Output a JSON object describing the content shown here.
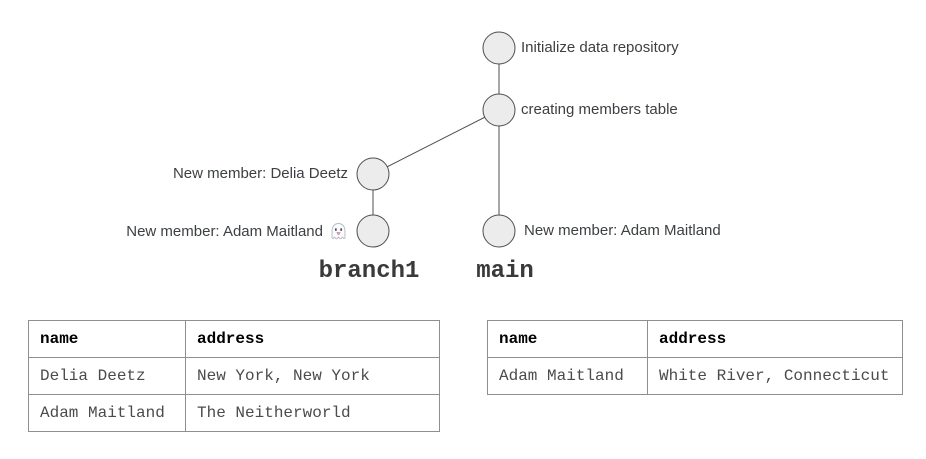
{
  "graph": {
    "commits": [
      {
        "id": "commit-init",
        "message": "Initialize data repository"
      },
      {
        "id": "commit-create-table",
        "message": "creating members table"
      },
      {
        "id": "commit-delia",
        "message": "New member: Delia Deetz"
      },
      {
        "id": "commit-adam-branch1",
        "message": "New member: Adam Maitland",
        "emoji": "👻"
      },
      {
        "id": "commit-adam-main",
        "message": "New member: Adam Maitland"
      }
    ],
    "branches": [
      {
        "name": "branch1"
      },
      {
        "name": "main"
      }
    ]
  },
  "tables": {
    "branch1": {
      "headers": [
        "name",
        "address"
      ],
      "rows": [
        [
          "Delia Deetz",
          "New York, New York"
        ],
        [
          "Adam Maitland",
          "The Neitherworld"
        ]
      ]
    },
    "main": {
      "headers": [
        "name",
        "address"
      ],
      "rows": [
        [
          "Adam Maitland",
          "White River, Connecticut"
        ]
      ]
    }
  },
  "colors": {
    "node_fill": "#ececec",
    "node_stroke": "#4f4f4f",
    "edge": "#4f4f4f",
    "table_border": "#8f8f8f",
    "label_text": "#3d4043",
    "branch_text": "#3a3a3a"
  }
}
